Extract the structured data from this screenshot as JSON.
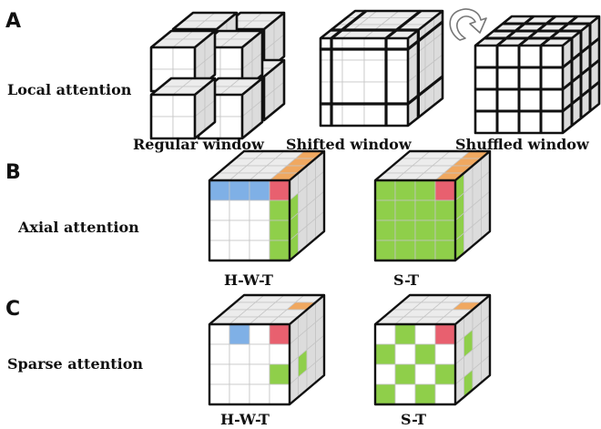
{
  "panels": [
    {
      "letter": "A",
      "row_label": "Local attention",
      "captions": [
        "Regular window",
        "Shifted window",
        "Shuffled window"
      ]
    },
    {
      "letter": "B",
      "row_label": "Axial attention",
      "captions": [
        "H-W-T",
        "S-T"
      ]
    },
    {
      "letter": "C",
      "row_label": "Sparse attention",
      "captions": [
        "H-W-T",
        "S-T"
      ]
    }
  ],
  "colors": {
    "grid": "#c4c4c4",
    "side": "#dcdcdc",
    "top": "#ececec",
    "front": "#ffffff",
    "outline": "#111111",
    "blue": "#7fb0e6",
    "red": "#e8606f",
    "orange": "#f0a860",
    "green": "#8fcf4a"
  },
  "icons": [
    "rotate-arrow-icon"
  ]
}
